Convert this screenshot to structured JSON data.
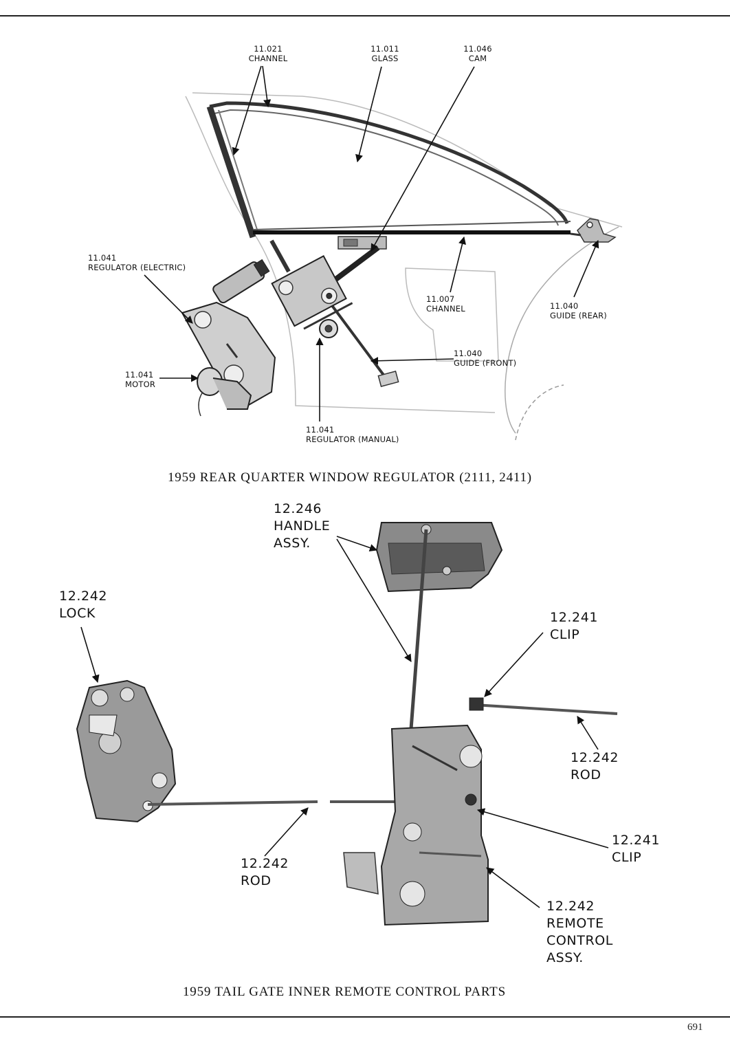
{
  "top_figure": {
    "caption": "1959 REAR QUARTER WINDOW REGULATOR (2111, 2411)",
    "labels": {
      "channel_top": "11.021\nCHANNEL",
      "glass": "11.011\nGLASS",
      "cam": "11.046\nCAM",
      "regulator_electric": "11.041\nREGULATOR (ELECTRIC)",
      "channel_lower": "11.007\nCHANNEL",
      "guide_rear": "11.040\nGUIDE (REAR)",
      "guide_front": "11.040\nGUIDE (FRONT)",
      "motor": "11.041\nMOTOR",
      "regulator_manual": "11.041\nREGULATOR (MANUAL)"
    }
  },
  "bottom_figure": {
    "caption": "1959 TAIL GATE INNER REMOTE CONTROL PARTS",
    "labels": {
      "handle_assy": "12.246\nHANDLE\nASSY.",
      "lock": "12.242\nLOCK",
      "clip_upper": "12.241\nCLIP",
      "rod_right": "12.242\nROD",
      "clip_lower": "12.241\nCLIP",
      "rod_left": "12.242\nROD",
      "remote_control_assy": "12.242\nREMOTE\nCONTROL\nASSY."
    }
  },
  "page_number": "691"
}
